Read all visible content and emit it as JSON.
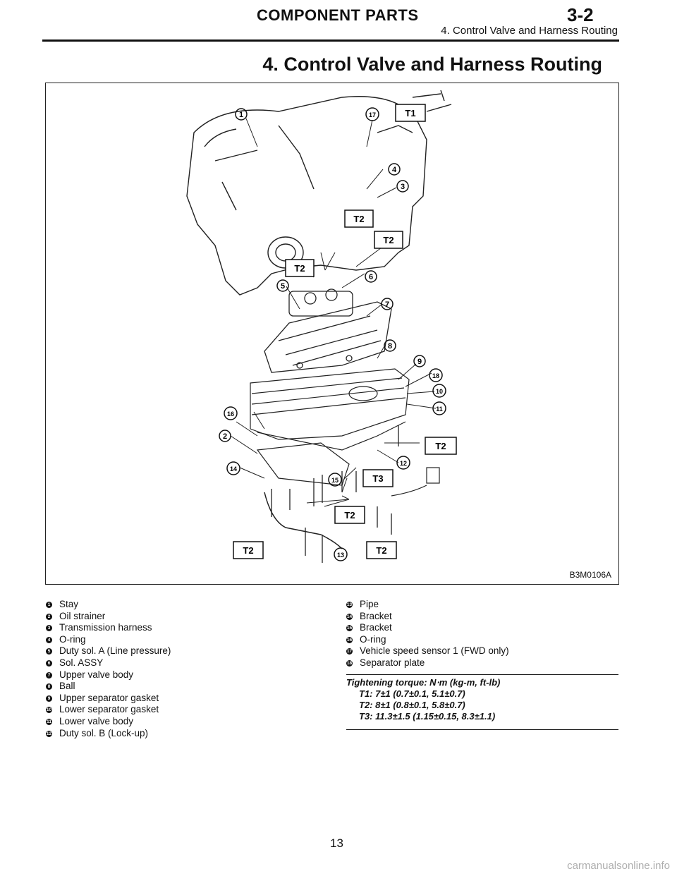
{
  "header": {
    "title": "COMPONENT PARTS",
    "section_number": "3-2",
    "subtitle": "4. Control Valve and Harness Routing"
  },
  "section_title": "4. Control Valve and Harness Routing",
  "figure": {
    "code": "B3M0106A",
    "callouts": [
      "1",
      "2",
      "3",
      "4",
      "5",
      "6",
      "7",
      "8",
      "9",
      "10",
      "11",
      "12",
      "13",
      "14",
      "15",
      "16",
      "17",
      "18"
    ],
    "torque_labels": [
      "T1",
      "T2",
      "T2",
      "T2",
      "T2",
      "T2",
      "T2",
      "T2",
      "T3"
    ]
  },
  "legend_left": [
    {
      "n": "1",
      "label": "Stay"
    },
    {
      "n": "2",
      "label": "Oil strainer"
    },
    {
      "n": "3",
      "label": "Transmission harness"
    },
    {
      "n": "4",
      "label": "O-ring"
    },
    {
      "n": "5",
      "label": "Duty sol. A (Line pressure)"
    },
    {
      "n": "6",
      "label": "Sol. ASSY"
    },
    {
      "n": "7",
      "label": "Upper valve body"
    },
    {
      "n": "8",
      "label": "Ball"
    },
    {
      "n": "9",
      "label": "Upper separator gasket"
    },
    {
      "n": "10",
      "label": "Lower separator gasket"
    },
    {
      "n": "11",
      "label": "Lower valve body"
    },
    {
      "n": "12",
      "label": "Duty sol. B (Lock-up)"
    }
  ],
  "legend_right": [
    {
      "n": "13",
      "label": "Pipe"
    },
    {
      "n": "14",
      "label": "Bracket"
    },
    {
      "n": "15",
      "label": "Bracket"
    },
    {
      "n": "16",
      "label": "O-ring"
    },
    {
      "n": "17",
      "label": "Vehicle speed sensor 1 (FWD only)"
    },
    {
      "n": "18",
      "label": "Separator plate"
    }
  ],
  "torque": {
    "heading": "Tightening torque: N⋅m (kg-m, ft-lb)",
    "t1": "T1: 7±1 (0.7±0.1, 5.1±0.7)",
    "t2": "T2: 8±1 (0.8±0.1, 5.8±0.7)",
    "t3": "T3: 11.3±1.5 (1.15±0.15, 8.3±1.1)"
  },
  "page_number": "13",
  "watermark": "carmanualsonline.info"
}
